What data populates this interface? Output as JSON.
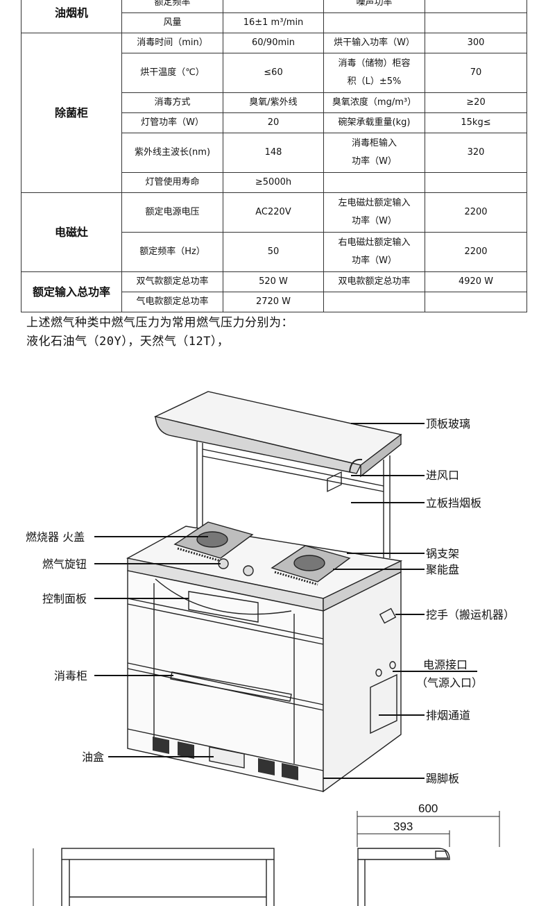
{
  "table": {
    "top_partial": {
      "category": "油烟机",
      "row_clipped": {
        "label": "额定频率",
        "value": "",
        "label2": "噪声功率",
        "value2": ""
      },
      "row_air": {
        "label": "风量",
        "value": "16±1 m³/min"
      }
    },
    "sterilizer": {
      "category": "除菌柜",
      "rows": [
        {
          "label": "消毒时间（min）",
          "value": "60/90min",
          "label2": "烘干输入功率（W）",
          "value2": "300"
        },
        {
          "label": "烘干温度（℃）",
          "value": "≤60",
          "label2a": "消毒（储物）柜容",
          "label2b": "积（L）±5%",
          "value2": "70"
        },
        {
          "label": "消毒方式",
          "value": "臭氧/紫外线",
          "label2": "臭氧浓度（mg/m³）",
          "value2": "≥20"
        },
        {
          "label": "灯管功率（W）",
          "value": "20",
          "label2": "碗架承载重量(kg)",
          "value2": "15kg≤"
        },
        {
          "label": "紫外线主波长(nm)",
          "value": "148",
          "label2a": "消毒柜输入",
          "label2b": "功率（W）",
          "value2": "320"
        },
        {
          "label": "灯管使用寿命",
          "value": "≥5000h",
          "label2": "",
          "value2": ""
        }
      ]
    },
    "induction": {
      "category": "电磁灶",
      "rows": [
        {
          "label": "额定电源电压",
          "value": "AC220V",
          "label2a": "左电磁灶额定输入",
          "label2b": "功率（W）",
          "value2": "2200"
        },
        {
          "label": "额定频率（Hz）",
          "value": "50",
          "label2a": "右电磁灶额定输入",
          "label2b": "功率（W）",
          "value2": "2200"
        }
      ]
    },
    "total": {
      "category": "额定输入总功率",
      "rows": [
        {
          "label": "双气款额定总功率",
          "value": "520 W",
          "label2": "双电款额定总功率",
          "value2": "4920 W"
        },
        {
          "label": "气电款额定总功率",
          "value": "2720 W",
          "label2": "",
          "value2": ""
        }
      ]
    }
  },
  "notes": {
    "line1": "上述燃气种类中燃气压力为常用燃气压力分别为：",
    "line2": "液化石油气（20Y），天然气（12T），"
  },
  "diagram_labels": {
    "top_glass": "顶板玻璃",
    "air_inlet": "进风口",
    "baffle": "立板挡烟板",
    "burner": "燃烧器 火盖",
    "gas_knob": "燃气旋钮",
    "pot_support": "锅支架",
    "energy_ring": "聚能盘",
    "control_panel": "控制面板",
    "handle": "挖手（搬运机器）",
    "power_port": "电源接口",
    "gas_inlet": "（气源入口）",
    "sterilizer": "消毒柜",
    "exhaust": "排烟通道",
    "oil_box": "油盒",
    "kickboard": "踢脚板"
  },
  "dimensions": {
    "width": "600",
    "depth": "393"
  }
}
